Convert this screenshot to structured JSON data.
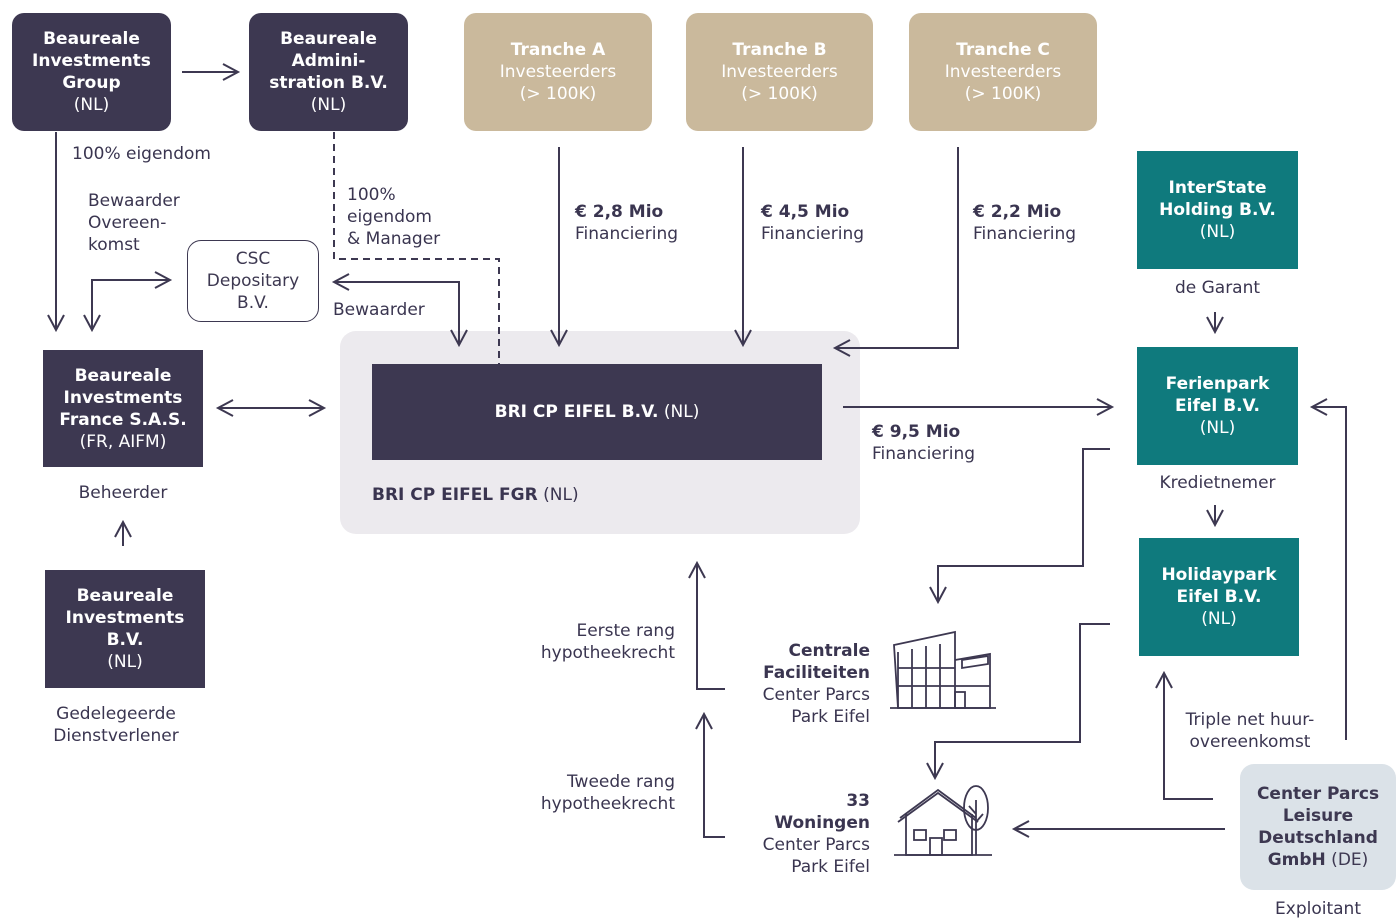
{
  "nodes": {
    "big": {
      "l1": "Beaureale",
      "l2": "Investments",
      "l3": "Group",
      "l4": "(NL)"
    },
    "admin": {
      "l1": "Beaureale",
      "l2": "Admini-",
      "l3": "stration B.V.",
      "l4": "(NL)"
    },
    "tranche_a": {
      "title": "Tranche A",
      "l2": "Investeerders",
      "l3": "(> 100K)"
    },
    "tranche_b": {
      "title": "Tranche B",
      "l2": "Investeerders",
      "l3": "(> 100K)"
    },
    "tranche_c": {
      "title": "Tranche C",
      "l2": "Investeerders",
      "l3": "(> 100K)"
    },
    "interstate": {
      "l1": "InterState",
      "l2": "Holding B.V.",
      "l3": "(NL)"
    },
    "csc": {
      "l1": "CSC",
      "l2": "Depositary",
      "l3": "B.V."
    },
    "bif": {
      "l1": "Beaureale",
      "l2": "Investments",
      "l3": "France S.A.S.",
      "l4": "(FR, AIFM)"
    },
    "bri": {
      "bold": "BRI CP EIFEL B.V.",
      "rest": " (NL)"
    },
    "fgr": {
      "bold": "BRI CP EIFEL FGR",
      "rest": " (NL)"
    },
    "ferienpark": {
      "l1": "Ferienpark",
      "l2": "Eifel B.V.",
      "l3": "(NL)"
    },
    "holidaypark": {
      "l1": "Holidaypark",
      "l2": "Eifel B.V.",
      "l3": "(NL)"
    },
    "bibv": {
      "l1": "Beaureale",
      "l2": "Investments",
      "l3": "B.V.",
      "l4": "(NL)"
    },
    "cpld": {
      "l1": "Center Parcs",
      "l2": "Leisure",
      "l3": "Deutschland",
      "l4a": "GmbH",
      "l4b": " (DE)"
    }
  },
  "labels": {
    "ownership": "100% eigendom",
    "bewaarder_overeenkomst": [
      "Bewaarder",
      "Overeen-",
      "komst"
    ],
    "eigendom_manager": [
      "100%",
      "eigendom",
      "& Manager"
    ],
    "bewaarder": "Bewaarder",
    "fin_a": {
      "amount": "€ 2,8 Mio",
      "text": "Financiering"
    },
    "fin_b": {
      "amount": "€ 4,5 Mio",
      "text": "Financiering"
    },
    "fin_c": {
      "amount": "€ 2,2 Mio",
      "text": "Financiering"
    },
    "fin_main": {
      "amount": "€ 9,5 Mio",
      "text": "Financiering"
    },
    "garant": "de Garant",
    "kredietnemer": "Kredietnemer",
    "beheerder": "Beheerder",
    "gedelegeerde": [
      "Gedelegeerde",
      "Dienstverlener"
    ],
    "eerste_rang": [
      "Eerste rang",
      "hypotheekrecht"
    ],
    "tweede_rang": [
      "Tweede rang",
      "hypotheekrecht"
    ],
    "centrale": {
      "b1": "Centrale",
      "b2": "Faciliteiten",
      "r1": "Center Parcs",
      "r2": "Park Eifel"
    },
    "woningen": {
      "b1": "33",
      "b2": "Woningen",
      "r1": "Center Parcs",
      "r2": "Park Eifel"
    },
    "triple_net": [
      "Triple net huur-",
      "overeenkomst"
    ],
    "exploitant": "Exploitant"
  },
  "icons": [
    "building-icon",
    "house-tree-icon"
  ],
  "colors": {
    "dark": "#3d3851",
    "tan": "#cab99c",
    "teal": "#0f7a7d",
    "grey": "#dbe2e8",
    "fgr_bg": "#eceaee"
  }
}
